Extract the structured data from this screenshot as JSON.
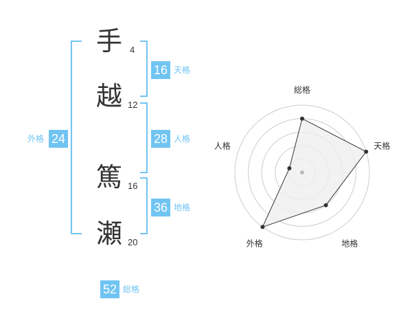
{
  "name": {
    "chars": [
      {
        "char": "手",
        "strokes": "4"
      },
      {
        "char": "越",
        "strokes": "12"
      },
      {
        "char": "篤",
        "strokes": "16"
      },
      {
        "char": "瀬",
        "strokes": "20"
      }
    ]
  },
  "kaku": {
    "ten": {
      "value": "16",
      "label": "天格"
    },
    "jin": {
      "value": "28",
      "label": "人格"
    },
    "chi": {
      "value": "36",
      "label": "地格"
    },
    "gai": {
      "value": "24",
      "label": "外格"
    },
    "sou": {
      "value": "52",
      "label": "総格"
    }
  },
  "chart_data": {
    "type": "radar",
    "axes": [
      "総格",
      "天格",
      "地格",
      "外格",
      "人格"
    ],
    "values": [
      4,
      5,
      3,
      5,
      1
    ],
    "range": [
      0,
      5
    ],
    "rings": 5,
    "colors": {
      "fill": "#efefef",
      "line": "#333333",
      "ring": "#cccccc",
      "point": "#333333",
      "center": "#bbbbbb"
    }
  },
  "colors": {
    "accent": "#70c4f2",
    "text": "#333333"
  }
}
